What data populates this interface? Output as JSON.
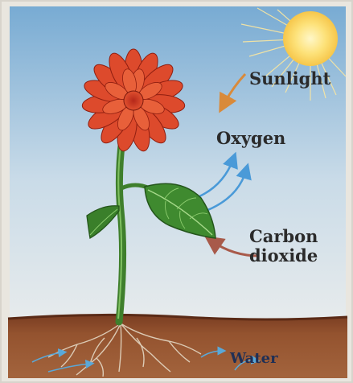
{
  "labels": {
    "sunlight": "Sunlight",
    "oxygen": "Oxygen",
    "carbon_dioxide_line1": "Carbon",
    "carbon_dioxide_line2": "dioxide",
    "water": "Water"
  },
  "colors": {
    "sky_top": "#7fb0d6",
    "sky_bottom": "#dfe8ee",
    "sun": "#fde27a",
    "petal": "#d9432a",
    "leaf": "#3f8a2f",
    "stem": "#4a8c34",
    "soil": "#8c4a2c",
    "arrow_sun": "#d98a3a",
    "arrow_oxygen": "#4a9ad8",
    "arrow_co2": "#a85a4a",
    "arrow_water": "#5aa8d8"
  }
}
